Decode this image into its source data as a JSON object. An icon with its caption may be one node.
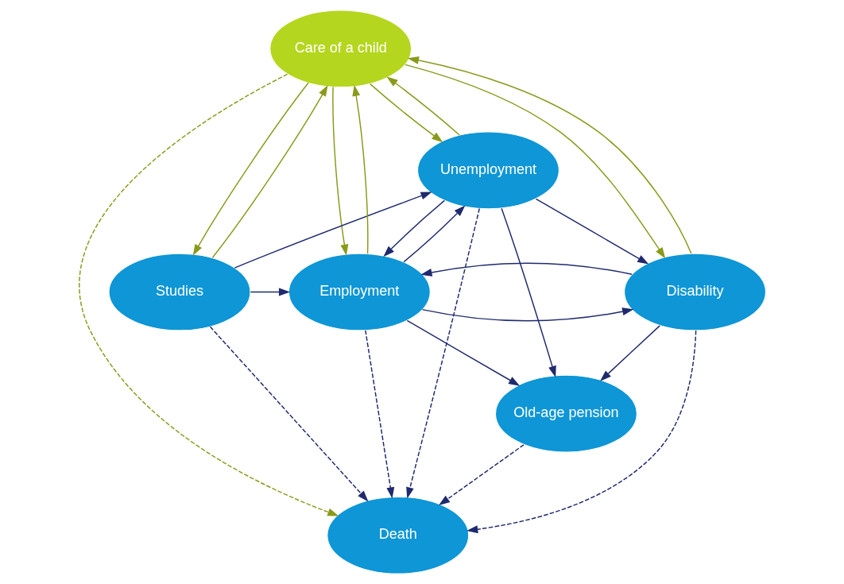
{
  "diagram": {
    "nodes": [
      {
        "text": [
          "Care of a child"
        ]
      },
      {
        "text": [
          "Unemployment"
        ]
      },
      {
        "text": [
          "Studies"
        ]
      },
      {
        "text": [
          "Employment"
        ]
      },
      {
        "text": [
          "Disability"
        ]
      },
      {
        "text": [
          "Old-age pension"
        ]
      },
      {
        "text": [
          "Death"
        ]
      }
    ],
    "edges": [
      {
        "from": 2,
        "to": 0,
        "arrow": "to",
        "color": "#8a9a1a"
      },
      {
        "from": 0,
        "to": 2,
        "arrow": "to",
        "color": "#8a9a1a"
      },
      {
        "from": 3,
        "to": 0,
        "arrow": "to",
        "color": "#8a9a1a"
      },
      {
        "from": 0,
        "to": 3,
        "arrow": "to",
        "color": "#8a9a1a"
      },
      {
        "from": 1,
        "to": 0,
        "arrow": "to",
        "color": "#8a9a1a"
      },
      {
        "from": 0,
        "to": 1,
        "arrow": "to",
        "color": "#8a9a1a"
      },
      {
        "from": 4,
        "to": 0,
        "arrow": "to",
        "color": "#8a9a1a"
      },
      {
        "from": 0,
        "to": 4,
        "arrow": "to",
        "color": "#8a9a1a"
      },
      {
        "from": 0,
        "to": 6,
        "arrow": "to",
        "style": "dashed",
        "color": "#8a9a1a"
      },
      {
        "from": 2,
        "to": 1,
        "arrow": "to"
      },
      {
        "from": 2,
        "to": 3,
        "arrow": "to"
      },
      {
        "from": 2,
        "to": 6,
        "arrow": "to",
        "style": "dashed"
      },
      {
        "from": 3,
        "to": 1,
        "arrow": "to"
      },
      {
        "from": 1,
        "to": 3,
        "arrow": "to"
      },
      {
        "from": 3,
        "to": 4,
        "arrow": "to"
      },
      {
        "from": 4,
        "to": 3,
        "arrow": "to"
      },
      {
        "from": 3,
        "to": 5,
        "arrow": "to"
      },
      {
        "from": 3,
        "to": 6,
        "arrow": "to",
        "style": "dashed"
      },
      {
        "from": 1,
        "to": 4,
        "arrow": "to"
      },
      {
        "from": 1,
        "to": 5,
        "arrow": "to"
      },
      {
        "from": 1,
        "to": 6,
        "arrow": "to",
        "style": "dashed"
      },
      {
        "from": 4,
        "to": 5,
        "arrow": "to"
      },
      {
        "from": 4,
        "to": 6,
        "arrow": "to",
        "style": "dashed"
      },
      {
        "from": 5,
        "to": 6,
        "arrow": "to",
        "style": "dashed"
      }
    ]
  }
}
